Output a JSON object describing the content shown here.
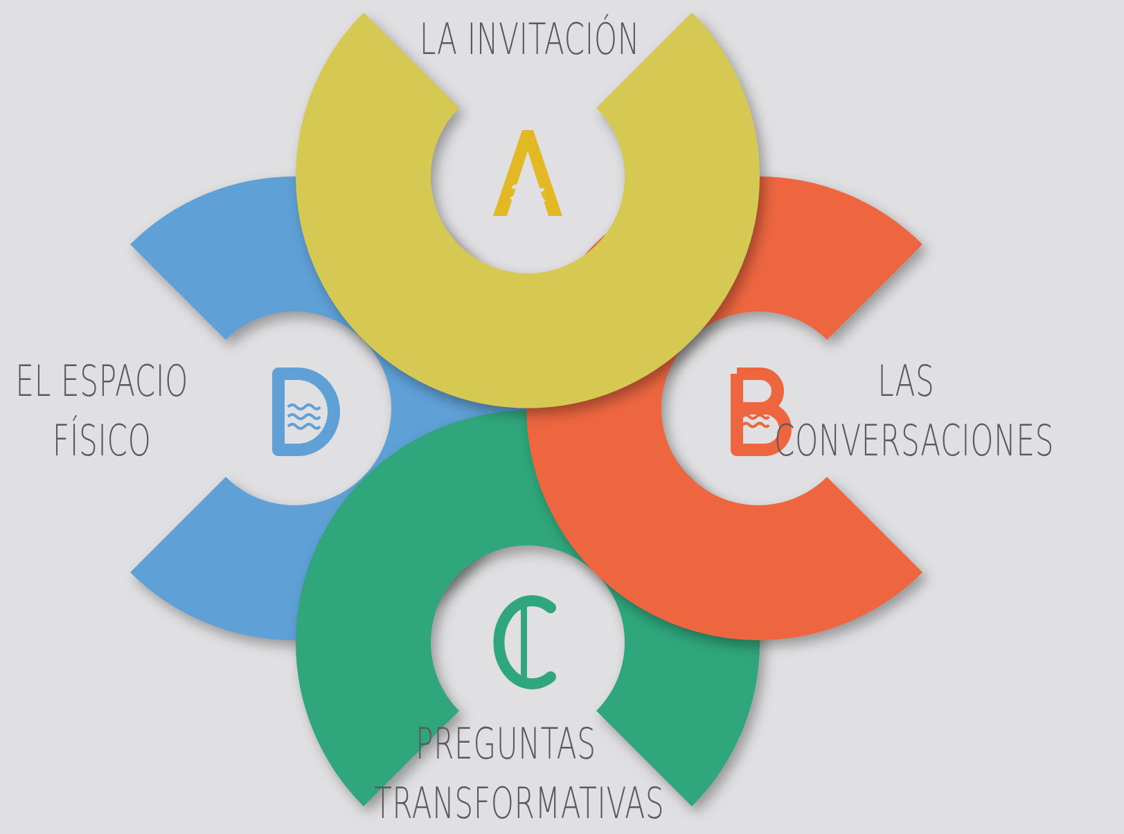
{
  "labels": {
    "a": "LA INVITACIÓN",
    "b_line1": "LAS",
    "b_line2": "CONVERSACIONES",
    "c_line1": "PREGUNTAS",
    "c_line2": "TRANSFORMATIVAS",
    "d_line1": "EL ESPACIO",
    "d_line2": "FÍSICO"
  },
  "letters": {
    "a": "A",
    "b": "B",
    "c": "C",
    "d": "D"
  },
  "colors": {
    "background": "#e0e0e2",
    "a": "#d6c953",
    "b": "#ed6640",
    "c": "#2fa67b",
    "d": "#5fa0d6",
    "label_text": "#5a5a5a"
  },
  "icons": {
    "a": "letter-a-wave-icon",
    "b": "letter-b-wave-icon",
    "c": "letter-c-icon",
    "d": "letter-d-wave-icon"
  }
}
